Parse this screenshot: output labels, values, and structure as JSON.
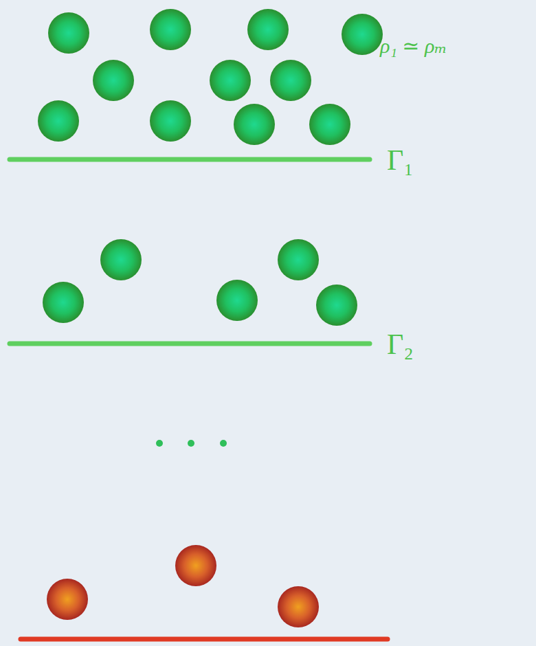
{
  "diagram": {
    "labels": [
      "ρ₁ ≃ ρₘ",
      "Γ₁",
      "Γ₂"
    ]
  }
}
